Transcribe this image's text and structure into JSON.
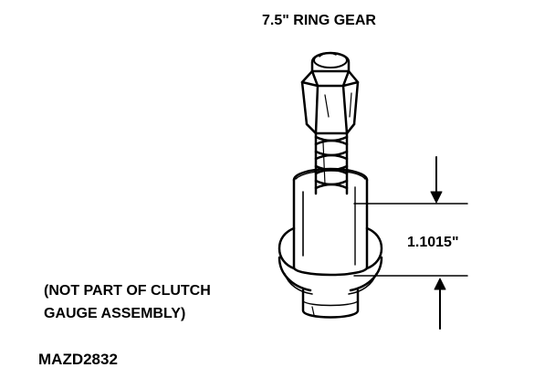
{
  "labels": {
    "title": "7.5\" RING GEAR",
    "dimension": "1.1015\"",
    "note_line_1": "(NOT PART OF CLUTCH",
    "note_line_2": "GAUGE ASSEMBLY)",
    "figure_id": "MAZD2832"
  },
  "colors": {
    "ink": "#000000",
    "background": "#ffffff"
  }
}
